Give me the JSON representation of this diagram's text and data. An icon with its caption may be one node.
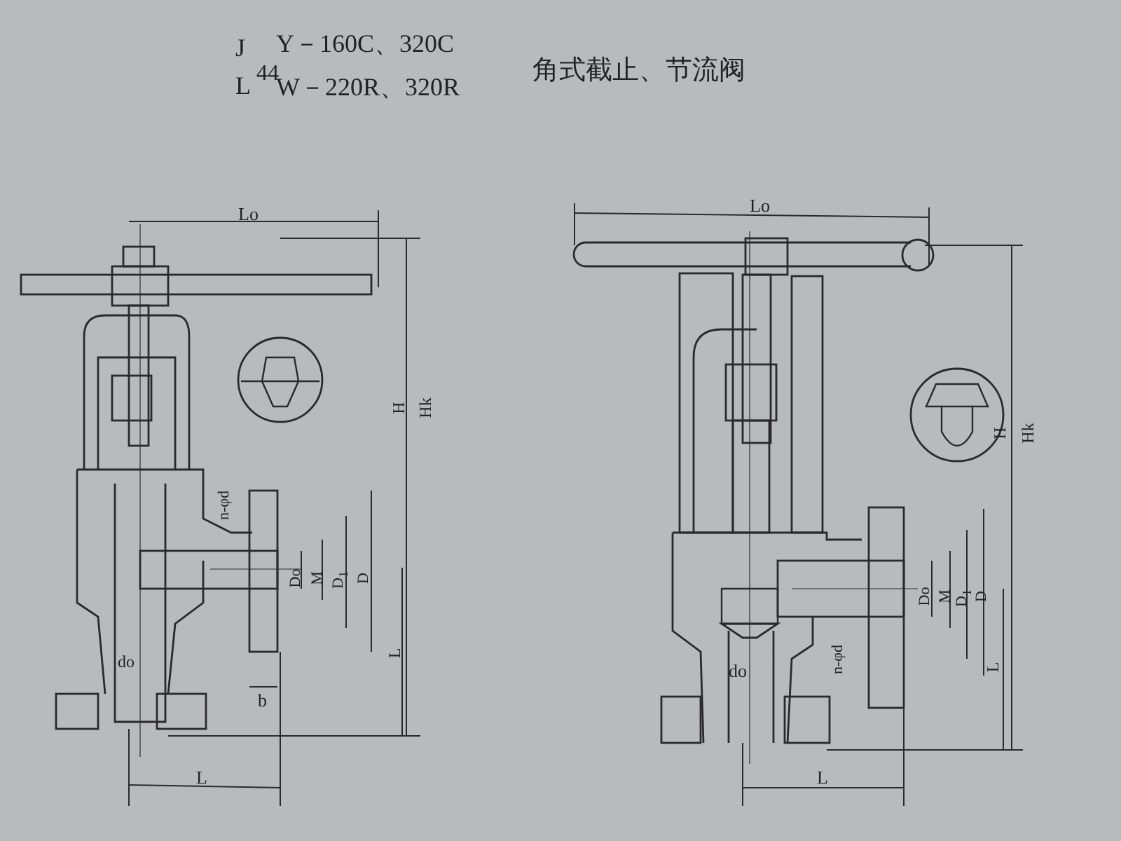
{
  "diagram": {
    "title": "角式截止、节流阀",
    "labels": [
      "J",
      "44",
      "L",
      "Y－160C、320C",
      "W－220R、320R",
      "Lo",
      "H",
      "Hk",
      "n-φd",
      "Do",
      "M",
      "D$_{1}$",
      "D",
      "L",
      "do",
      "b",
      "L",
      "Lo",
      "H",
      "Hk",
      "Do",
      "M",
      "D$_{1}$",
      "D",
      "L",
      "n-φd",
      "do",
      "L"
    ]
  }
}
